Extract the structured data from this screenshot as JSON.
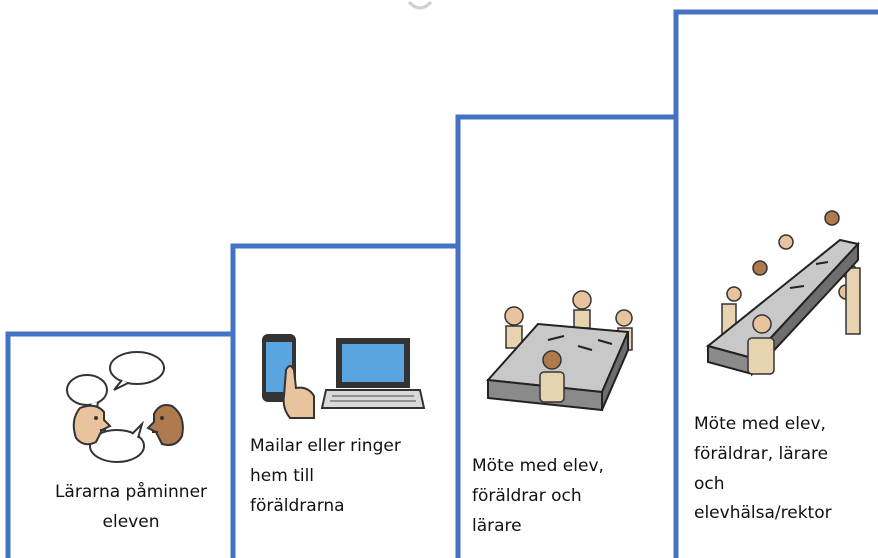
{
  "colors": {
    "stair_line": "#4472c4",
    "table_top": "#c8c8c8",
    "table_side": "#8a8a8a",
    "skin_light": "#e8c39e",
    "skin_dark": "#b07a4f",
    "chair": "#e8d3b0"
  },
  "steps": [
    {
      "label": "Lärarna påminner\neleven",
      "icon": "speech-faces-icon"
    },
    {
      "label": "Mailar eller ringer\nhem till\nföräldrarna",
      "icon": "phone-and-laptop-icon"
    },
    {
      "label": "Möte med elev,\nföräldrar och\nlärare",
      "icon": "small-meeting-table-icon"
    },
    {
      "label": "Möte med elev,\nföräldrar, lärare\noch\nelevhälsa/rektor",
      "icon": "large-meeting-table-icon"
    }
  ]
}
